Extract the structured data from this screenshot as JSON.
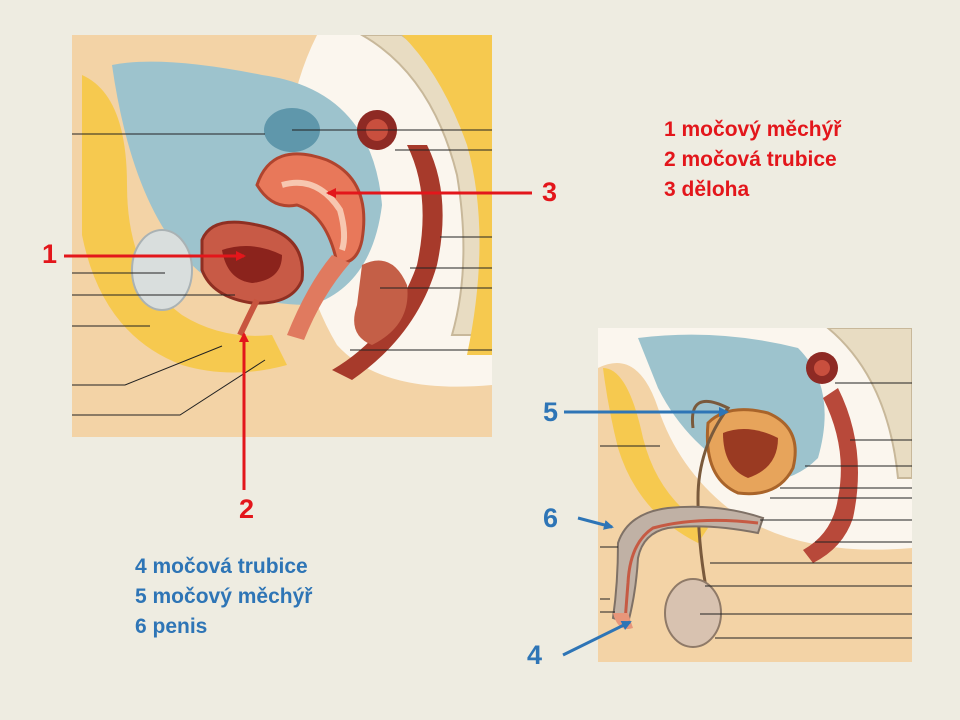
{
  "legend_female": [
    "1 močový měchýř",
    "2 močová trubice",
    "3 děloha"
  ],
  "legend_male": [
    "4 močová trubice",
    "5 močový měchýř",
    "6 penis"
  ],
  "markers": {
    "m1": "1",
    "m2": "2",
    "m3": "3",
    "m4": "4",
    "m5": "5",
    "m6": "6"
  },
  "colors": {
    "background": "#eeece1",
    "female_accent": "#e3161b",
    "male_accent": "#2e75b6"
  }
}
